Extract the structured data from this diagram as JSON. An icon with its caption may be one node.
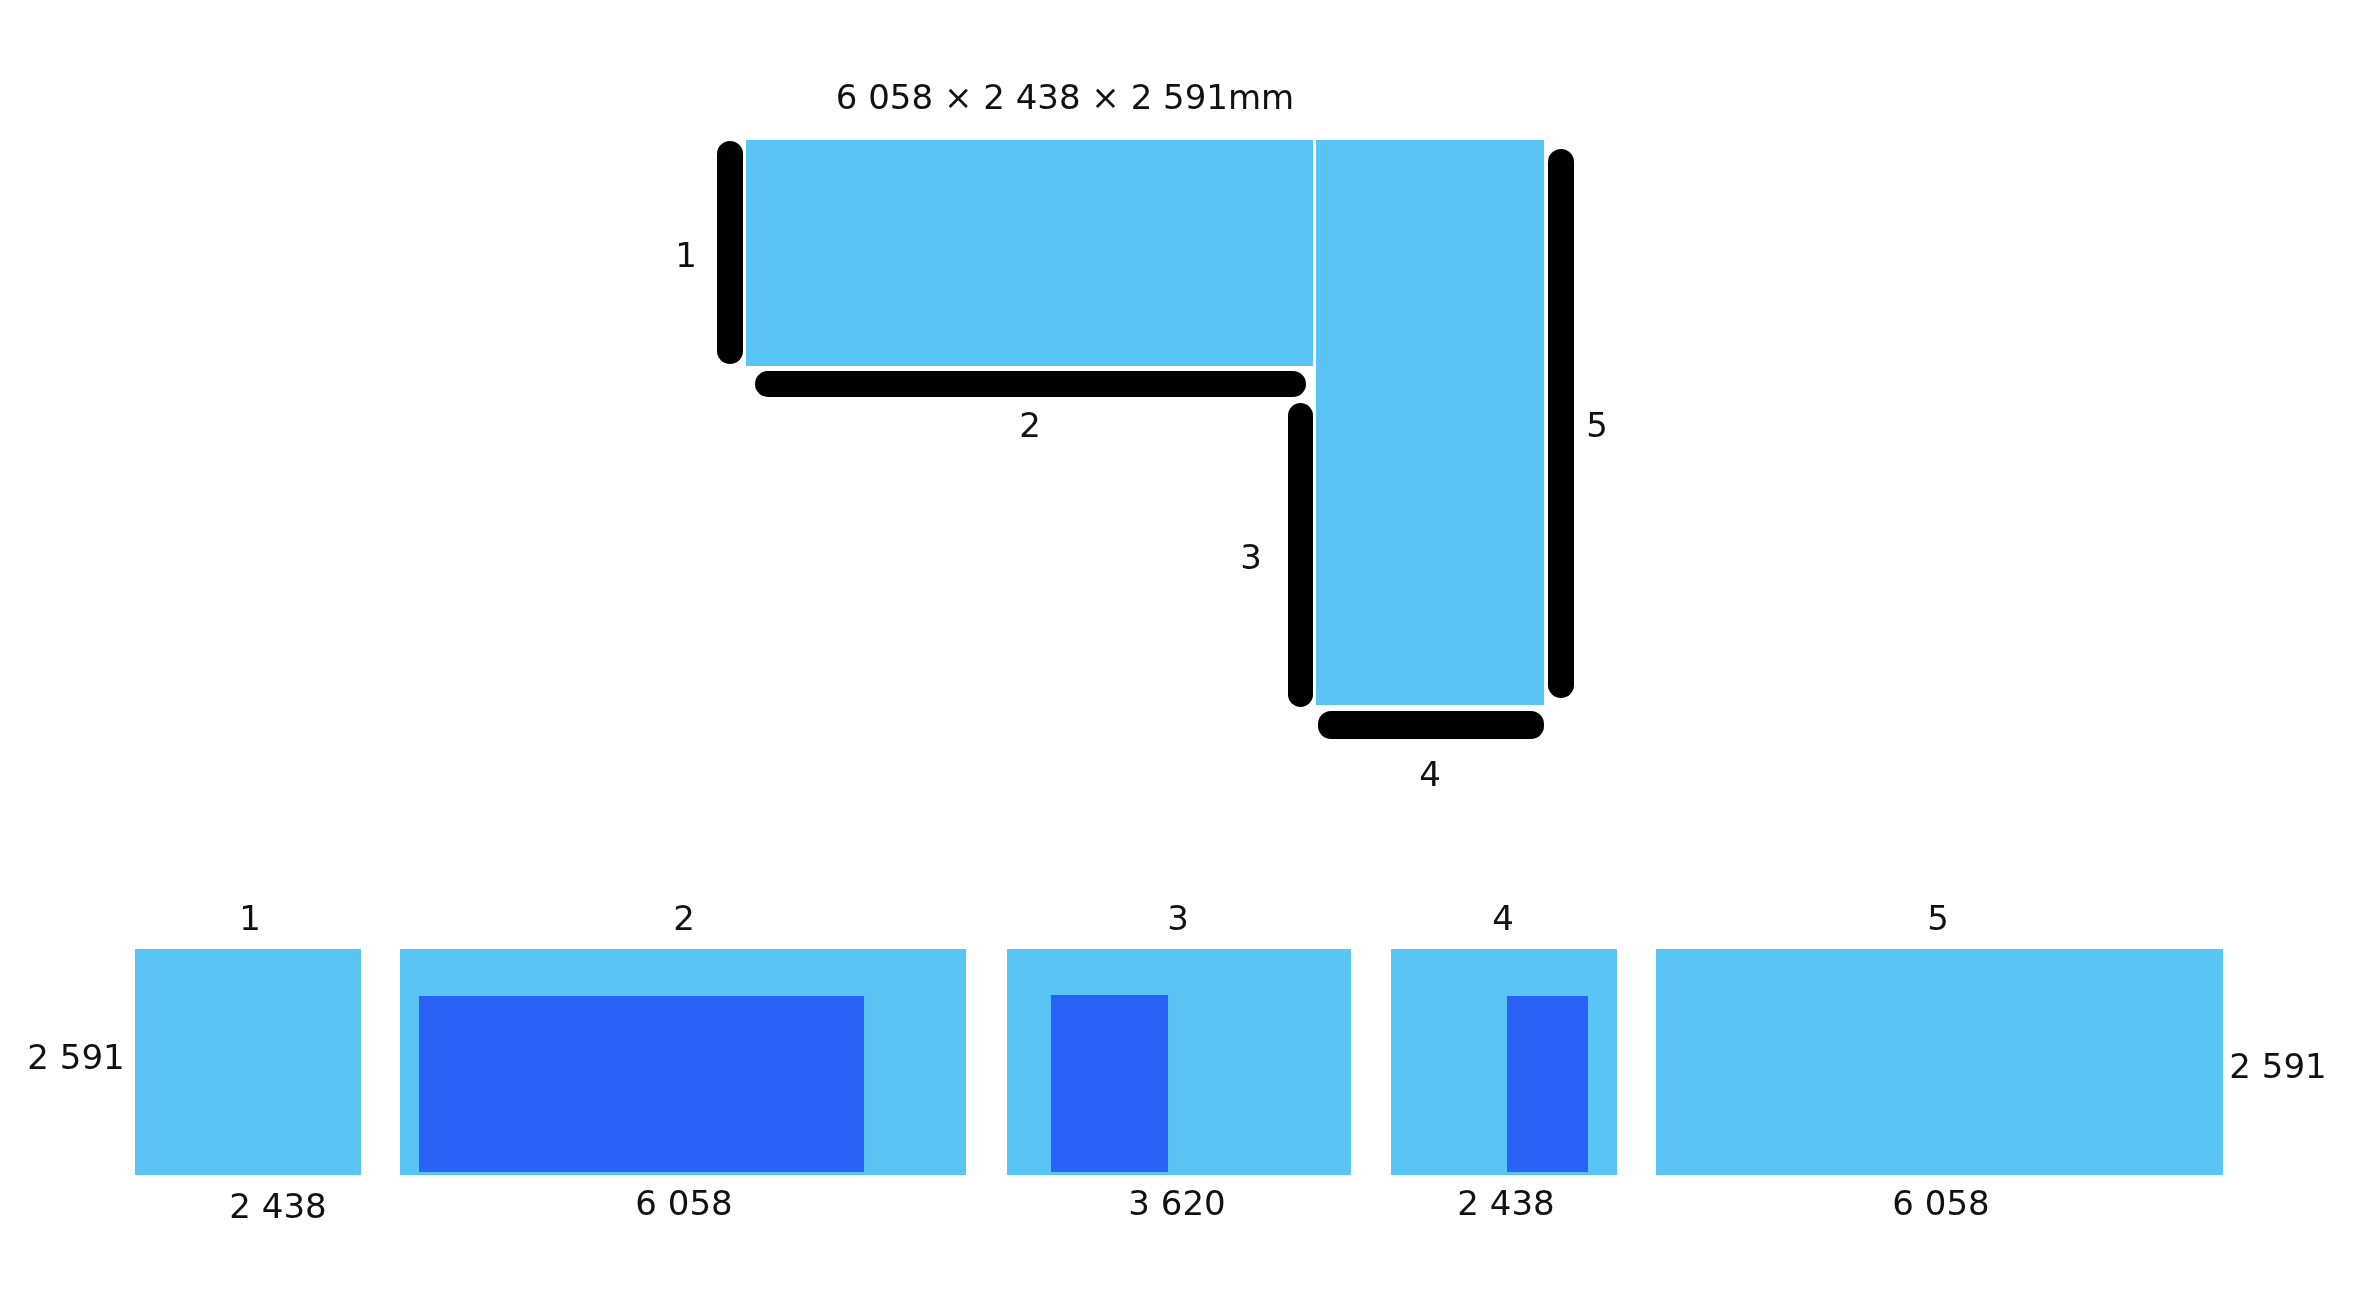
{
  "diagram": {
    "nodes": [
      {
        "text": [],
        "shape": "box"
      },
      {
        "text": [],
        "shape": "box"
      },
      {
        "text": [],
        "shape": "bar",
        "beside": [
          "1"
        ]
      },
      {
        "text": [],
        "shape": "bar",
        "beside": [
          "2"
        ]
      },
      {
        "text": [],
        "shape": "bar",
        "beside": [
          "3"
        ]
      },
      {
        "text": [],
        "shape": "bar",
        "beside": [
          "4"
        ]
      },
      {
        "text": [],
        "shape": "bar",
        "beside": [
          "5"
        ]
      },
      {
        "text": [
          "1"
        ],
        "beside": [
          "2 591",
          "2 438"
        ]
      },
      {
        "text": [
          "2"
        ],
        "beside": [
          "6 058"
        ]
      },
      {
        "text": [],
        "shape": "box",
        "in": 8
      },
      {
        "text": [
          "3"
        ],
        "beside": [
          "3 620"
        ]
      },
      {
        "text": [],
        "shape": "box",
        "in": 10
      },
      {
        "text": [
          "4"
        ],
        "beside": [
          "2 438"
        ]
      },
      {
        "text": [],
        "shape": "box",
        "in": 12
      },
      {
        "text": [
          "5"
        ],
        "beside": [
          "2 591",
          "6 058"
        ]
      }
    ],
    "labels": [
      "6 058 × 2 438 × 2 591mm"
    ]
  }
}
